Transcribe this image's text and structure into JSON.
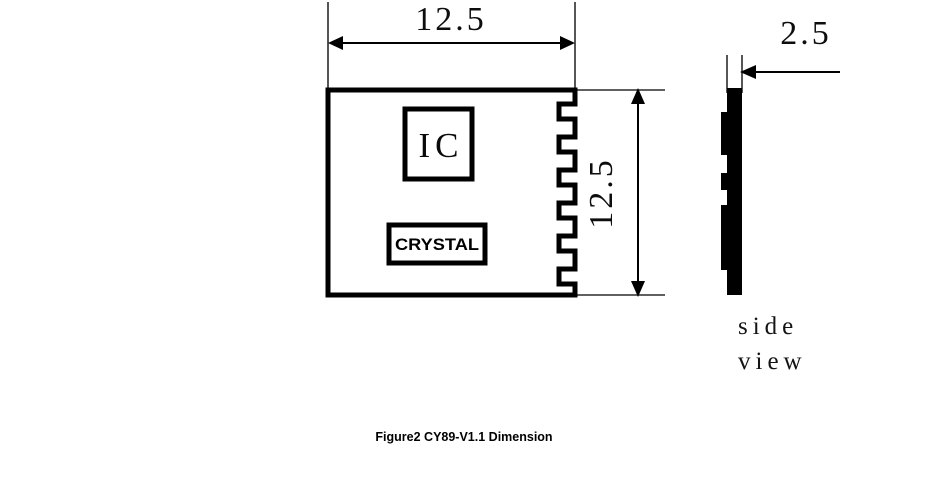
{
  "figure": {
    "caption": "Figure2 CY89-V1.1 Dimension",
    "top_view": {
      "width_dimension": "12.5",
      "height_dimension": "12.5",
      "components": [
        {
          "label": "IC"
        },
        {
          "label": "CRYSTAL"
        }
      ]
    },
    "side_view": {
      "thickness_dimension": "2.5",
      "label_line1": "side",
      "label_line2": "view"
    }
  },
  "colors": {
    "stroke": "#000000",
    "fill": "#ffffff",
    "background": "#ffffff",
    "extension_line": "#2b2b2b"
  }
}
